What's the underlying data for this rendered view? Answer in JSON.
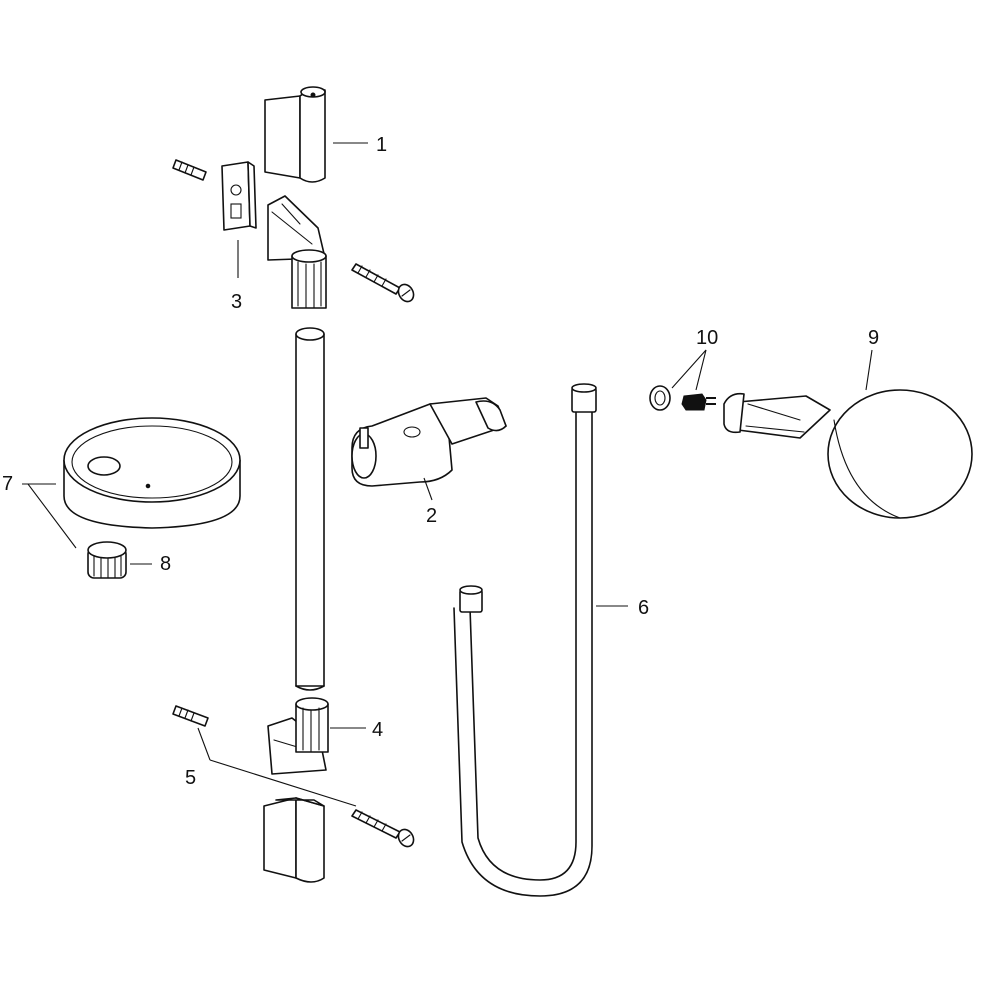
{
  "callouts": {
    "c1": "1",
    "c2": "2",
    "c3": "3",
    "c4": "4",
    "c5": "5",
    "c6": "6",
    "c7": "7",
    "c8": "8",
    "c9": "9",
    "c10": "10"
  },
  "parts": [
    {
      "callout": "1",
      "icon": "top-bracket-cover-icon"
    },
    {
      "callout": "2",
      "icon": "slider-holder-icon"
    },
    {
      "callout": "3",
      "icon": "wall-mount-plate-icon"
    },
    {
      "callout": "4",
      "icon": "bottom-bracket-icon"
    },
    {
      "callout": "5",
      "icon": "dowel-and-screw-icon"
    },
    {
      "callout": "6",
      "icon": "shower-hose-icon"
    },
    {
      "callout": "7",
      "icon": "soap-dish-icon"
    },
    {
      "callout": "8",
      "icon": "nut-icon"
    },
    {
      "callout": "9",
      "icon": "hand-shower-icon"
    },
    {
      "callout": "10",
      "icon": "washer-and-filter-icon"
    }
  ],
  "colors": {
    "line": "#111111",
    "background": "#ffffff"
  }
}
